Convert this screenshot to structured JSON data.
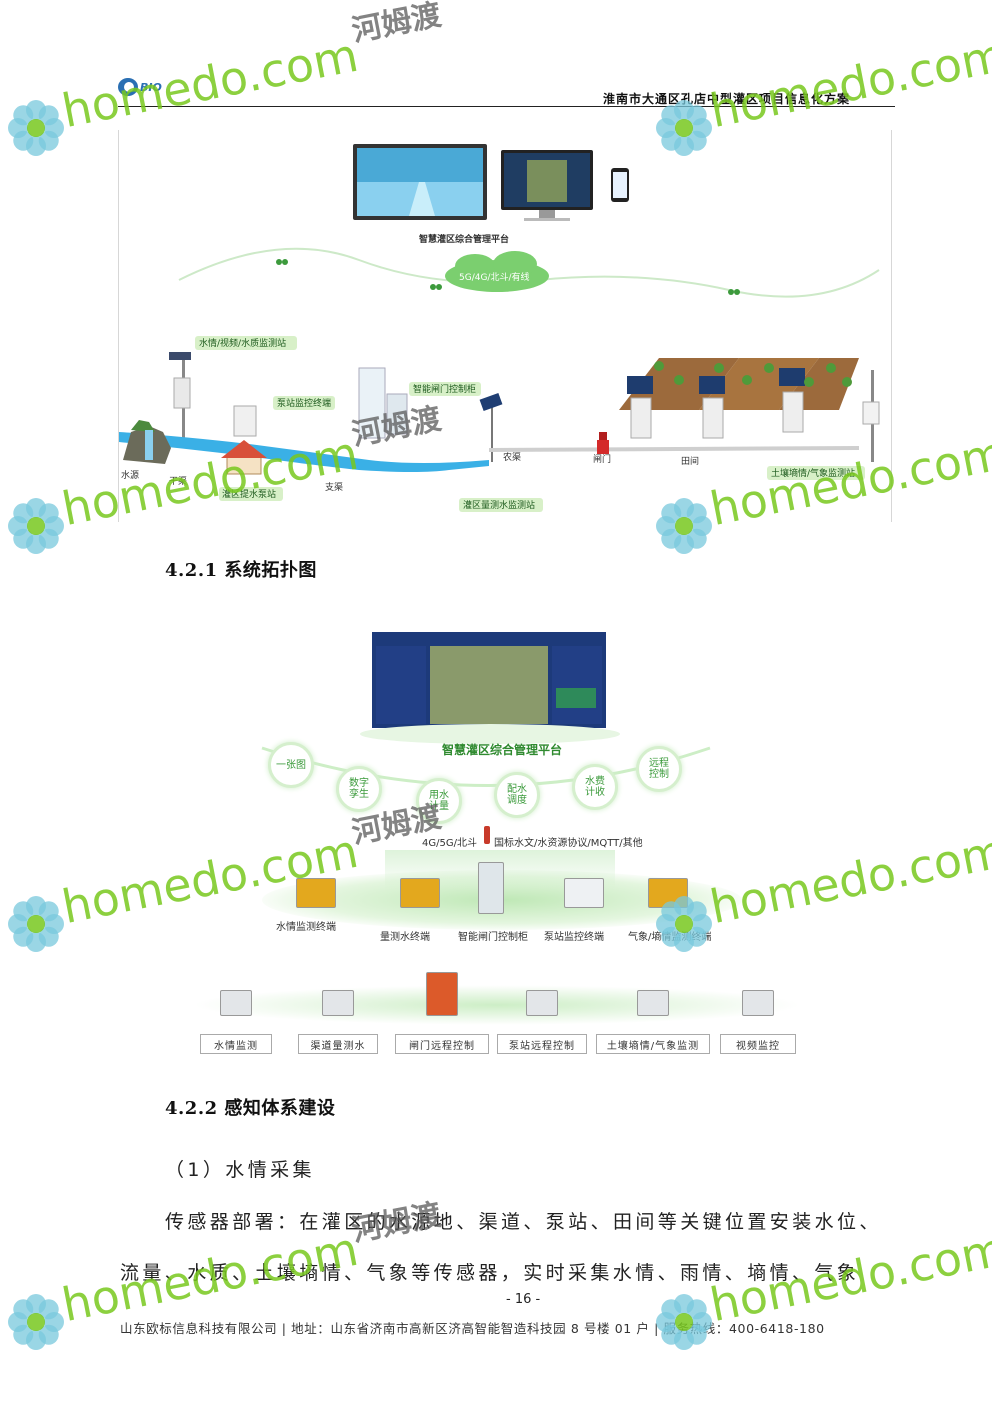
{
  "header": {
    "logo_text": "BIO",
    "title": "淮南市大通区孔店中型灌区项目信息化方案"
  },
  "figure1": {
    "platform_label": "智慧灌区综合管理平台",
    "network_label": "5G/4G/北斗/有线",
    "tags": {
      "water_video": "水情/视频/水质监测站",
      "pump_terminal": "泵站监控终端",
      "gate_cabinet": "智能闸门控制柜",
      "soil_weather": "土壤墒情/气象监测站",
      "pump_station": "灌区提水泵站",
      "flow_station": "灌区量测水监测站"
    },
    "labels": {
      "water_source": "水源",
      "main_canal": "干渠",
      "branch_canal": "支渠",
      "farm_canal": "农渠",
      "gate": "闸门",
      "field": "田间"
    }
  },
  "section1": {
    "heading": "4.2.1 系统拓扑图"
  },
  "figure2": {
    "platform_label": "智慧灌区综合管理平台",
    "functions": [
      "一张图",
      "数字\n孪生",
      "用水\n计量",
      "配水\n调度",
      "水费\n计收",
      "远程\n控制"
    ],
    "protocol_label": "4G/5G/北斗",
    "protocol_detail": "国标水文/水资源协议/MQTT/其他",
    "terminals": [
      "水情监测终端",
      "量测水终端",
      "智能闸门控制柜",
      "泵站监控终端",
      "气象/墒情监测终端"
    ],
    "applications": [
      "水情监测",
      "渠道量测水",
      "闸门远程控制",
      "泵站远程控制",
      "土壤墒情/气象监测",
      "视频监控"
    ]
  },
  "section2": {
    "heading": "4.2.2 感知体系建设"
  },
  "body": {
    "subheading": "（1）水情采集",
    "para_line1": "传感器部署：在灌区的水源地、渠道、泵站、田间等关键位置安装水位、",
    "para_line2": "流量、水质、土壤墒情、气象等传感器，实时采集水情、雨情、墒情、气象"
  },
  "page_number": "- 16 -",
  "footer": "山东欧标信息科技有限公司 | 地址：山东省济南市高新区济高智能智造科技园 8 号楼 01 户 | 服务热线：400-6418-180",
  "watermark": {
    "brand": "homedo.com",
    "cn": "河姆渡",
    "brand_color": "#78c81e"
  }
}
